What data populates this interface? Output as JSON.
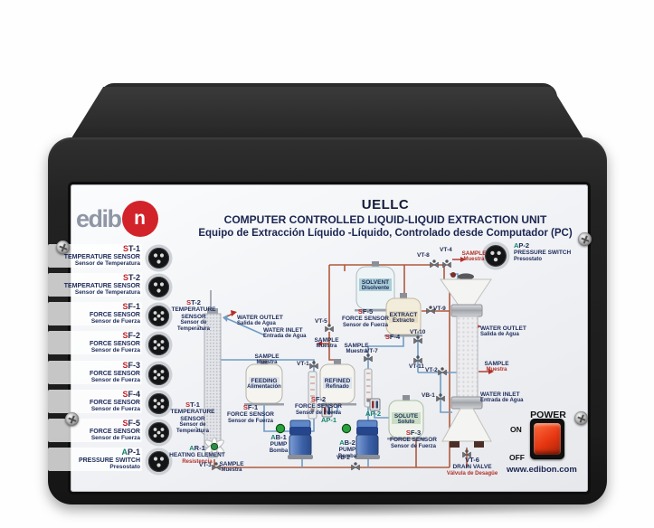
{
  "header": {
    "model": "UELLC",
    "title_en": "COMPUTER CONTROLLED LIQUID-LIQUID EXTRACTION UNIT",
    "title_es": "Equipo de Extracción Líquido -Líquido, Controlado desde Computador (PC)"
  },
  "brand": {
    "logo_text": "edib",
    "logo_circle_letter": "n",
    "website": "www.edibon.com"
  },
  "colors": {
    "logo_red": "#d2232a",
    "navy_text": "#1c2a5a",
    "code_red": "#c22227",
    "code_green": "#13836b",
    "pipe_orange": "#b05a3c",
    "pipe_blue": "#6f9cc4",
    "power_switch_red": "#e63612"
  },
  "left_panel": {
    "items": [
      {
        "code_p": "S",
        "code_s": "T-1",
        "en": "TEMPERATURE SENSOR",
        "es": "Sensor de Temperatura"
      },
      {
        "code_p": "S",
        "code_s": "T-2",
        "en": "TEMPERATURE SENSOR",
        "es": "Sensor de Temperatura"
      },
      {
        "code_p": "S",
        "code_s": "F-1",
        "en": "FORCE SENSOR",
        "es": "Sensor de Fuerza"
      },
      {
        "code_p": "S",
        "code_s": "F-2",
        "en": "FORCE SENSOR",
        "es": "Sensor de Fuerza"
      },
      {
        "code_p": "S",
        "code_s": "F-3",
        "en": "FORCE SENSOR",
        "es": "Sensor de Fuerza"
      },
      {
        "code_p": "S",
        "code_s": "F-4",
        "en": "FORCE SENSOR",
        "es": "Sensor de Fuerza"
      },
      {
        "code_p": "S",
        "code_s": "F-5",
        "en": "FORCE SENSOR",
        "es": "Sensor de Fuerza"
      },
      {
        "code_p": "A",
        "code_s": "P-1",
        "en": "PRESSURE SWITCH",
        "es": "Presostato"
      }
    ]
  },
  "right_panel": {
    "code_p": "A",
    "code_s": "P-2",
    "en": "PRESSURE SWITCH",
    "es": "Presostato"
  },
  "power": {
    "label": "POWER",
    "on": "ON",
    "off": "OFF"
  },
  "diagram": {
    "sample": {
      "en": "SAMPLE",
      "es": "Muestra"
    },
    "water_outlet": {
      "en": "WATER OUTLET",
      "es": "Salida de Agua"
    },
    "water_inlet": {
      "en": "WATER INLET",
      "es": "Entrada de Agua"
    },
    "temp_sensor_en": "TEMPERATURE SENSOR",
    "temp_sensor_es": "Sensor de Temperatura",
    "force_sensor_en": "FORCE SENSOR",
    "force_sensor_es": "Sensor de Fuerza",
    "st1": {
      "code_p": "S",
      "code_s": "T-1"
    },
    "st2": {
      "code_p": "S",
      "code_s": "T-2"
    },
    "sf1": {
      "code_p": "S",
      "code_s": "F-1"
    },
    "sf2": {
      "code_p": "S",
      "code_s": "F-2"
    },
    "sf3": {
      "code_p": "S",
      "code_s": "F-3"
    },
    "sf4": {
      "code_p": "S",
      "code_s": "F-4"
    },
    "sf5": {
      "code_p": "S",
      "code_s": "F-5"
    },
    "vessels": {
      "feeding": {
        "en": "FEEDING",
        "es": "Alimentación"
      },
      "refined": {
        "en": "REFINED",
        "es": "Refinado"
      },
      "solvent": {
        "en": "SOLVENT",
        "es": "Disolvente"
      },
      "extract": {
        "en": "EXTRACT",
        "es": "Extracto"
      },
      "solute": {
        "en": "SOLUTE",
        "es": "Soluto"
      }
    },
    "heater": {
      "code_p": "A",
      "code_s": "R-1",
      "en": "HEATING ELEMENT",
      "es": "Resistencia"
    },
    "pumps": {
      "en": "PUMP",
      "es": "Bomba",
      "ab1": {
        "code_p": "A",
        "code_s": "B-1"
      },
      "ab2": {
        "code_p": "A",
        "code_s": "B-2"
      }
    },
    "ap1": {
      "code_p": "A",
      "code_s": "P-1"
    },
    "ap2": {
      "code_p": "A",
      "code_s": "P-2"
    },
    "valves": {
      "vt1": "VT-1",
      "vt2": "VT-2",
      "vt3": "VT-3",
      "vt4": "VT-4",
      "vt5": "VT-5",
      "vt7": "VT-7",
      "vt8": "VT-8",
      "vt9": "VT-9",
      "vt10": "VT-10",
      "vt11": "VT-11",
      "vb1": "VB-1",
      "vb2": "VB-2"
    },
    "drain": {
      "code": "VT-6",
      "en": "DRAIN VALVE",
      "es": "Válvula de Desagüe"
    }
  }
}
